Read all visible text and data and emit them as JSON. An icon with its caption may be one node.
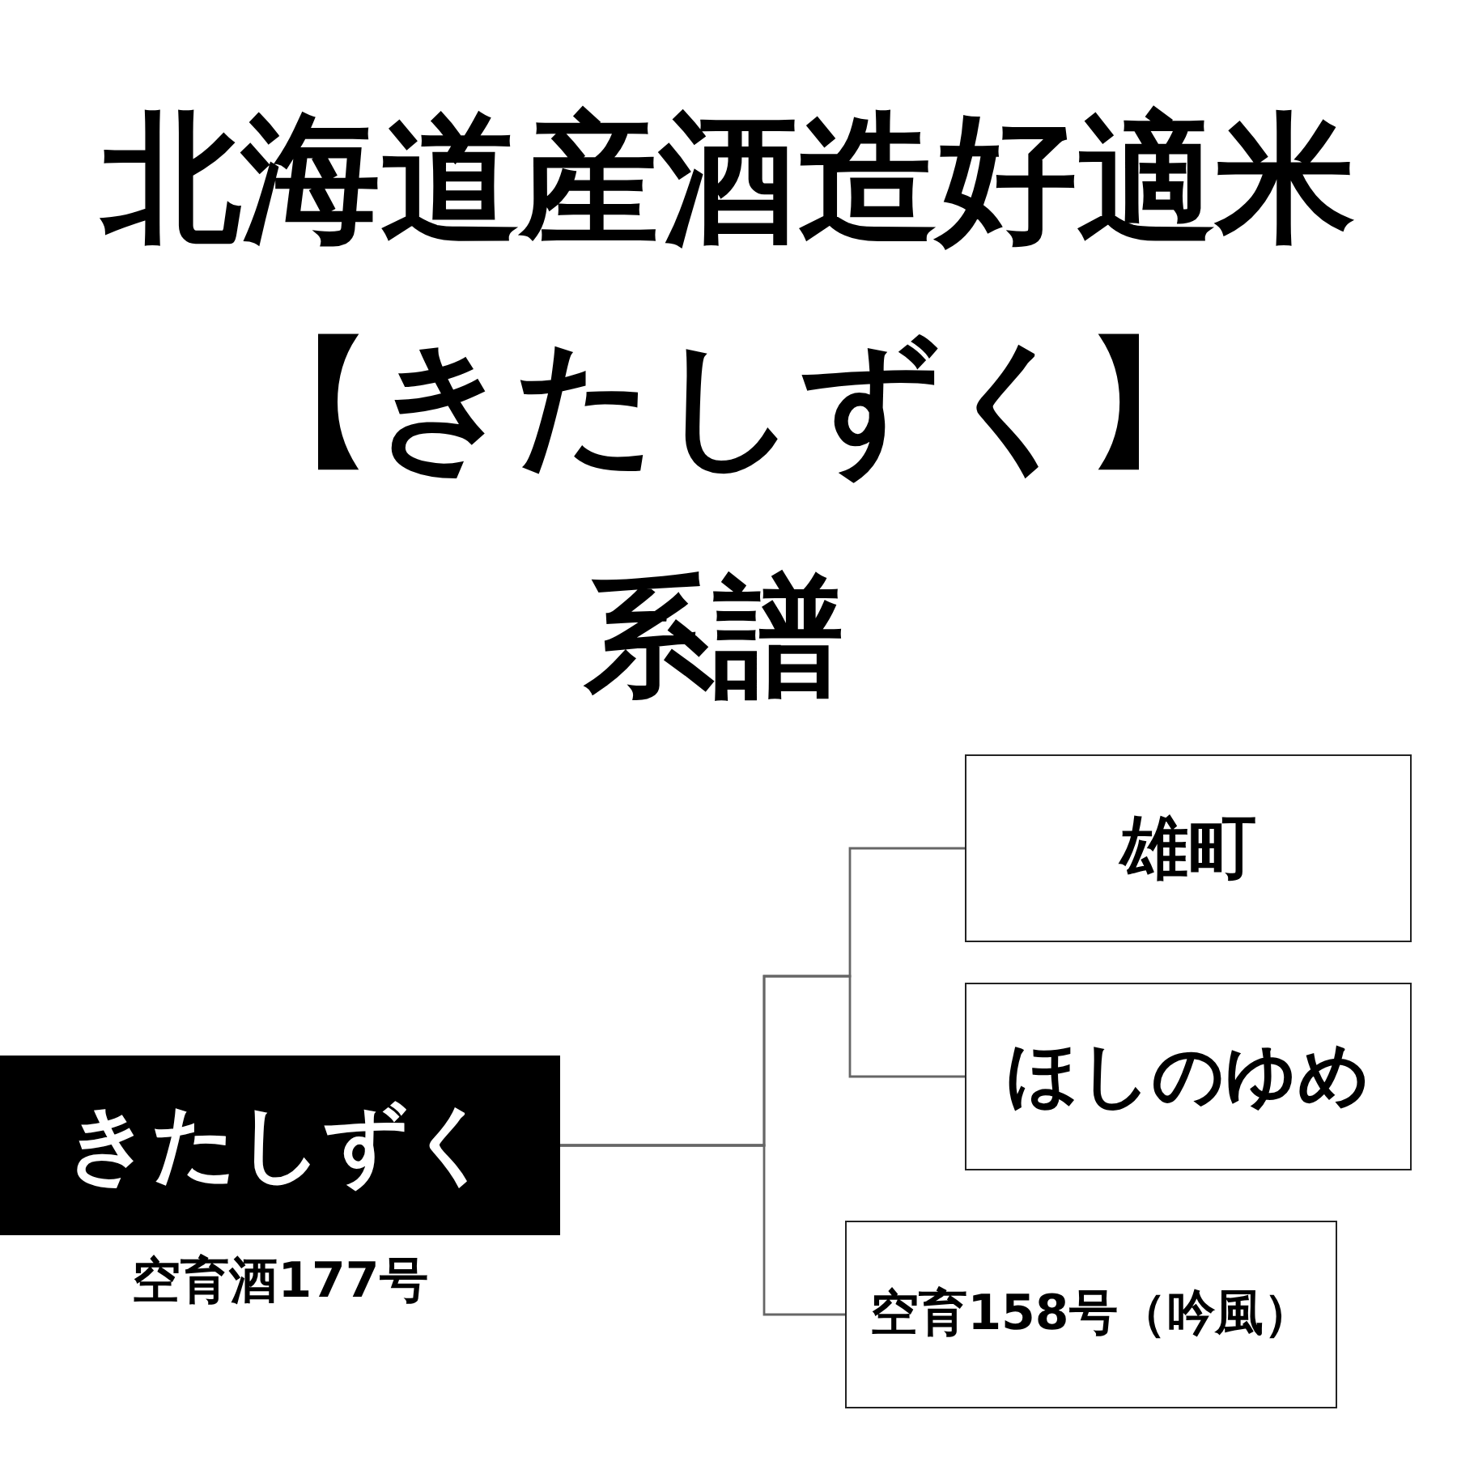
{
  "diagram": {
    "title": "北海道産酒造好適米【きたしずく】",
    "nodes": [
      {
        "text": [
          "きたしずく"
        ],
        "beside": [
          "空育酒177号"
        ]
      },
      {
        "text": [
          "雄町"
        ]
      },
      {
        "text": [
          "ほしのゆめ"
        ]
      },
      {
        "text": [
          "空育158号（吟風）"
        ]
      }
    ],
    "edges": [
      {
        "from": 0,
        "to": 1,
        "arrow": "none"
      },
      {
        "from": 0,
        "to": 2,
        "arrow": "none"
      },
      {
        "from": 0,
        "to": 3,
        "arrow": "none"
      }
    ],
    "labels": [
      "系譜"
    ]
  }
}
